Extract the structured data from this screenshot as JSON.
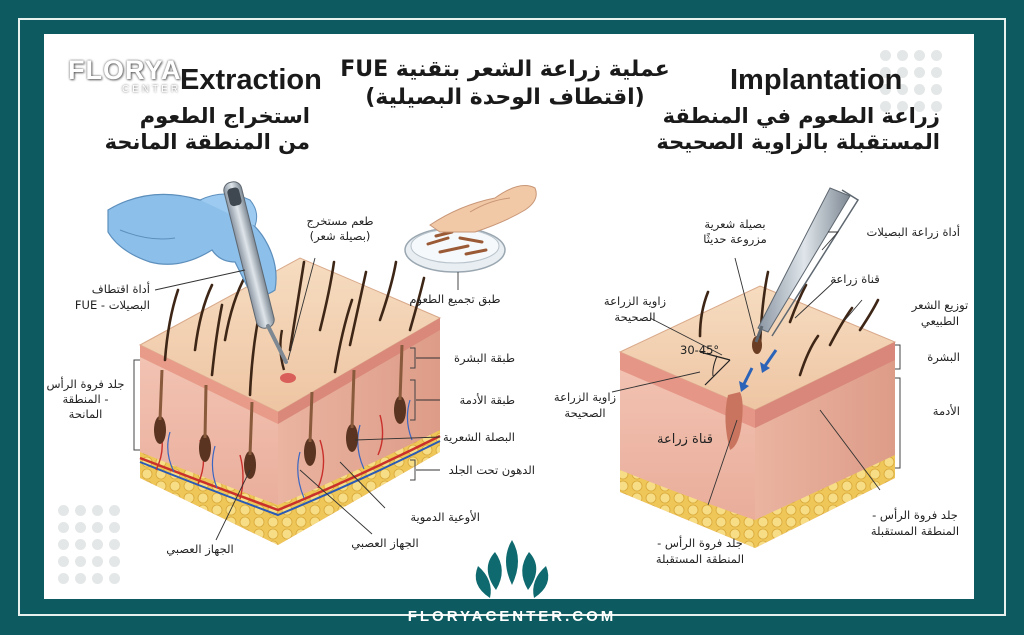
{
  "brand": {
    "logo_text": "FLORYA",
    "logo_sub": "CENTER",
    "website": "FLORYACENTER.COM"
  },
  "title": {
    "line1": "عملية زراعة الشعر بتقنية FUE",
    "line2": "(اقتطاف الوحدة البصيلية)"
  },
  "extraction": {
    "heading_en": "Extraction",
    "heading_ar_1": "استخراج الطعوم",
    "heading_ar_2": "من المنطقة المانحة",
    "labels": {
      "fue_tool_1": "أداة اقتطاف",
      "fue_tool_2": "البصيلات - FUE",
      "graft_1": "طعم مستخرج",
      "graft_2": "(بصيلة شعر)",
      "dish": "طبق تجميع الطعوم",
      "epidermis": "طبقة البشرة",
      "dermis": "طبقة الأدمة",
      "bulb": "البصلة الشعرية",
      "fat": "الدهون تحت الجلد",
      "vessels": "الأوعية الدموية",
      "nerve_left": "الجهاز العصبي",
      "nerve_right": "الجهاز العصبي",
      "scalp_1": "جلد فروة الرأس",
      "scalp_2": "- المنطقة",
      "scalp_3": "المانحة"
    }
  },
  "implantation": {
    "heading_en": "Implantation",
    "heading_ar_1": "زراعة الطعوم في المنطقة",
    "heading_ar_2": "المستقبلة بالزاوية الصحيحة",
    "labels": {
      "new_follicle_1": "بصيلة شعرية",
      "new_follicle_2": "مزروعة حديثًا",
      "implant_tool": "أداة زراعة البصيلات",
      "channel_top": "قناة زراعة",
      "natural_1": "توزيع الشعر",
      "natural_2": "الطبيعي",
      "angle_top_1": "زاوية الزراعة",
      "angle_top_2": "الصحيحة",
      "angle_value": "30-45°",
      "angle_left_1": "زاوية الزراعة",
      "angle_left_2": "الصحيحة",
      "channel_mid": "قناة زراعة",
      "epidermis": "البشرة",
      "dermis": "الأدمة",
      "recipient_bottom_1": "جلد فروة الرأس -",
      "recipient_bottom_2": "المنطقة المستقبلة",
      "recipient_right_1": "جلد فروة الرأس -",
      "recipient_right_2": "المنطقة المستقبلة"
    }
  },
  "colors": {
    "frame": "#0d5b60",
    "skin_top": "#f3d6b8",
    "dermis": "#efb9a8",
    "fat": "#f2cf64",
    "hair": "#4a2f1e",
    "accent_teal": "#0e6a6e",
    "glove": "#7fb3e0",
    "arrow_blue": "#2b63b8"
  }
}
